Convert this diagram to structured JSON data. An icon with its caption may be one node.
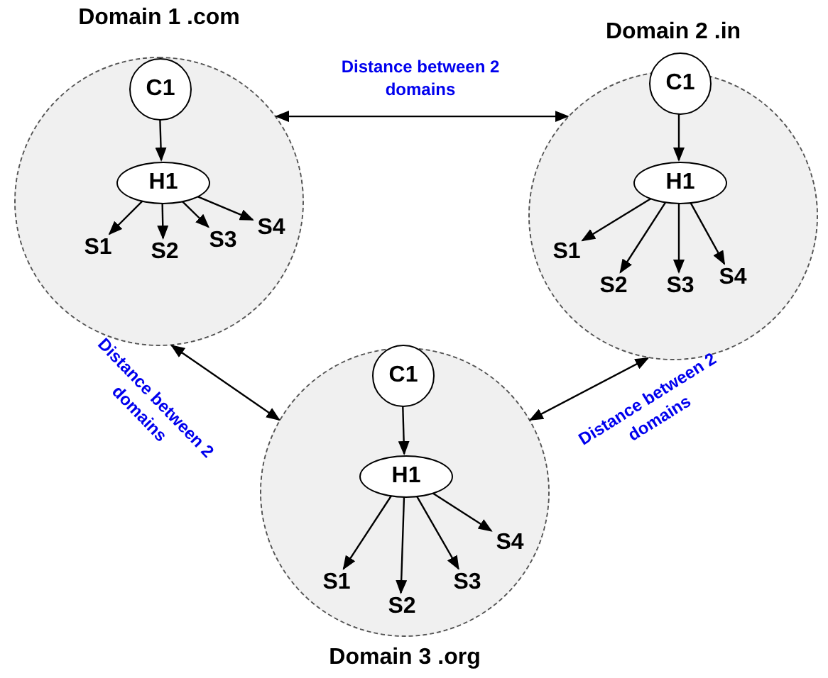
{
  "diagram": {
    "nodes": [
      {
        "text": [
          "Domain 1 .com"
        ]
      },
      {
        "text": [
          "C1"
        ],
        "in": 0
      },
      {
        "text": [
          "H1"
        ],
        "in": 0
      },
      {
        "text": [
          "S1"
        ],
        "in": 0
      },
      {
        "text": [
          "S2"
        ],
        "in": 0
      },
      {
        "text": [
          "S3"
        ],
        "in": 0
      },
      {
        "text": [
          "S4"
        ],
        "in": 0
      },
      {
        "text": [
          "Domain 2 .in"
        ]
      },
      {
        "text": [
          "C1"
        ],
        "in": 7
      },
      {
        "text": [
          "H1"
        ],
        "in": 7
      },
      {
        "text": [
          "S1"
        ],
        "in": 7
      },
      {
        "text": [
          "S2"
        ],
        "in": 7
      },
      {
        "text": [
          "S3"
        ],
        "in": 7
      },
      {
        "text": [
          "S4"
        ],
        "in": 7
      },
      {
        "text": [
          "Domain 3 .org"
        ]
      },
      {
        "text": [
          "C1"
        ],
        "in": 14
      },
      {
        "text": [
          "H1"
        ],
        "in": 14
      },
      {
        "text": [
          "S1"
        ],
        "in": 14
      },
      {
        "text": [
          "S2"
        ],
        "in": 14
      },
      {
        "text": [
          "S3"
        ],
        "in": 14
      },
      {
        "text": [
          "S4"
        ],
        "in": 14
      }
    ],
    "edges": [
      {
        "from": 1,
        "to": 2,
        "arrow": "to"
      },
      {
        "from": 2,
        "to": 3,
        "arrow": "to"
      },
      {
        "from": 2,
        "to": 4,
        "arrow": "to"
      },
      {
        "from": 2,
        "to": 5,
        "arrow": "to"
      },
      {
        "from": 2,
        "to": 6,
        "arrow": "to"
      },
      {
        "from": 8,
        "to": 9,
        "arrow": "to"
      },
      {
        "from": 9,
        "to": 10,
        "arrow": "to"
      },
      {
        "from": 9,
        "to": 11,
        "arrow": "to"
      },
      {
        "from": 9,
        "to": 12,
        "arrow": "to"
      },
      {
        "from": 9,
        "to": 13,
        "arrow": "to"
      },
      {
        "from": 15,
        "to": 16,
        "arrow": "to"
      },
      {
        "from": 16,
        "to": 17,
        "arrow": "to"
      },
      {
        "from": 16,
        "to": 18,
        "arrow": "to"
      },
      {
        "from": 16,
        "to": 19,
        "arrow": "to"
      },
      {
        "from": 16,
        "to": 20,
        "arrow": "to"
      },
      {
        "from": 0,
        "to": 7,
        "arrow": "both",
        "label": "Distance between 2 domains"
      },
      {
        "from": 0,
        "to": 14,
        "arrow": "both",
        "label": "Distance between 2 domains"
      },
      {
        "from": 14,
        "to": 7,
        "arrow": "both",
        "label": "Distance between 2 domains"
      }
    ]
  }
}
